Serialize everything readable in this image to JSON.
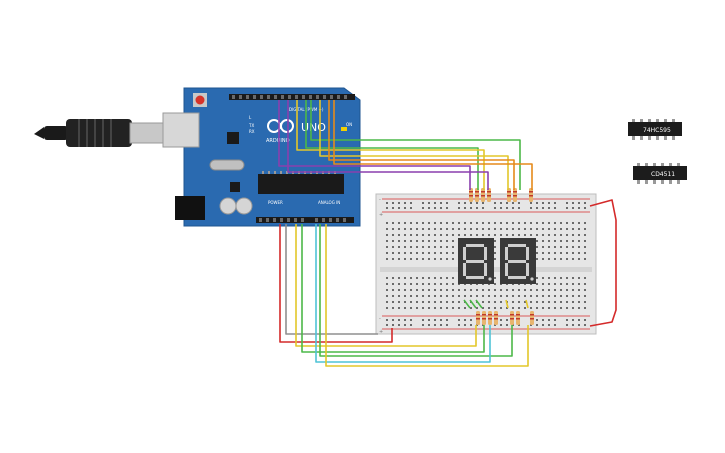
{
  "canvas": {
    "background": "#ffffff"
  },
  "arduino": {
    "brand": "ARDUINO",
    "model": "UNO",
    "digital_header_label": "DIGITAL (PWM ~)",
    "power_header_label": "POWER",
    "analog_header_label": "ANALOG IN",
    "led_labels": [
      "L",
      "TX",
      "RX"
    ],
    "on_label": "ON",
    "board_color": "#2a6ab0"
  },
  "chips": {
    "shift_register": {
      "label": "74HC595"
    },
    "decoder": {
      "label": "CD4511"
    }
  },
  "breadboard": {
    "plus_label": "+",
    "minus_label": "-"
  },
  "displays": {
    "count": 2,
    "segment_color": "#cfcfcf",
    "body_color": "#3a3a3a"
  },
  "wire_colors": {
    "red": "#d42a2a",
    "gray": "#8f8f8f",
    "green": "#4cb848",
    "yellow": "#e3c72a",
    "orange": "#e58a1c",
    "purple": "#8a3fae",
    "cyan": "#4fc3d6"
  },
  "icons": {
    "usb": "usb-cable-icon",
    "reset": "reset-button-icon",
    "power_jack": "dc-jack-icon"
  }
}
